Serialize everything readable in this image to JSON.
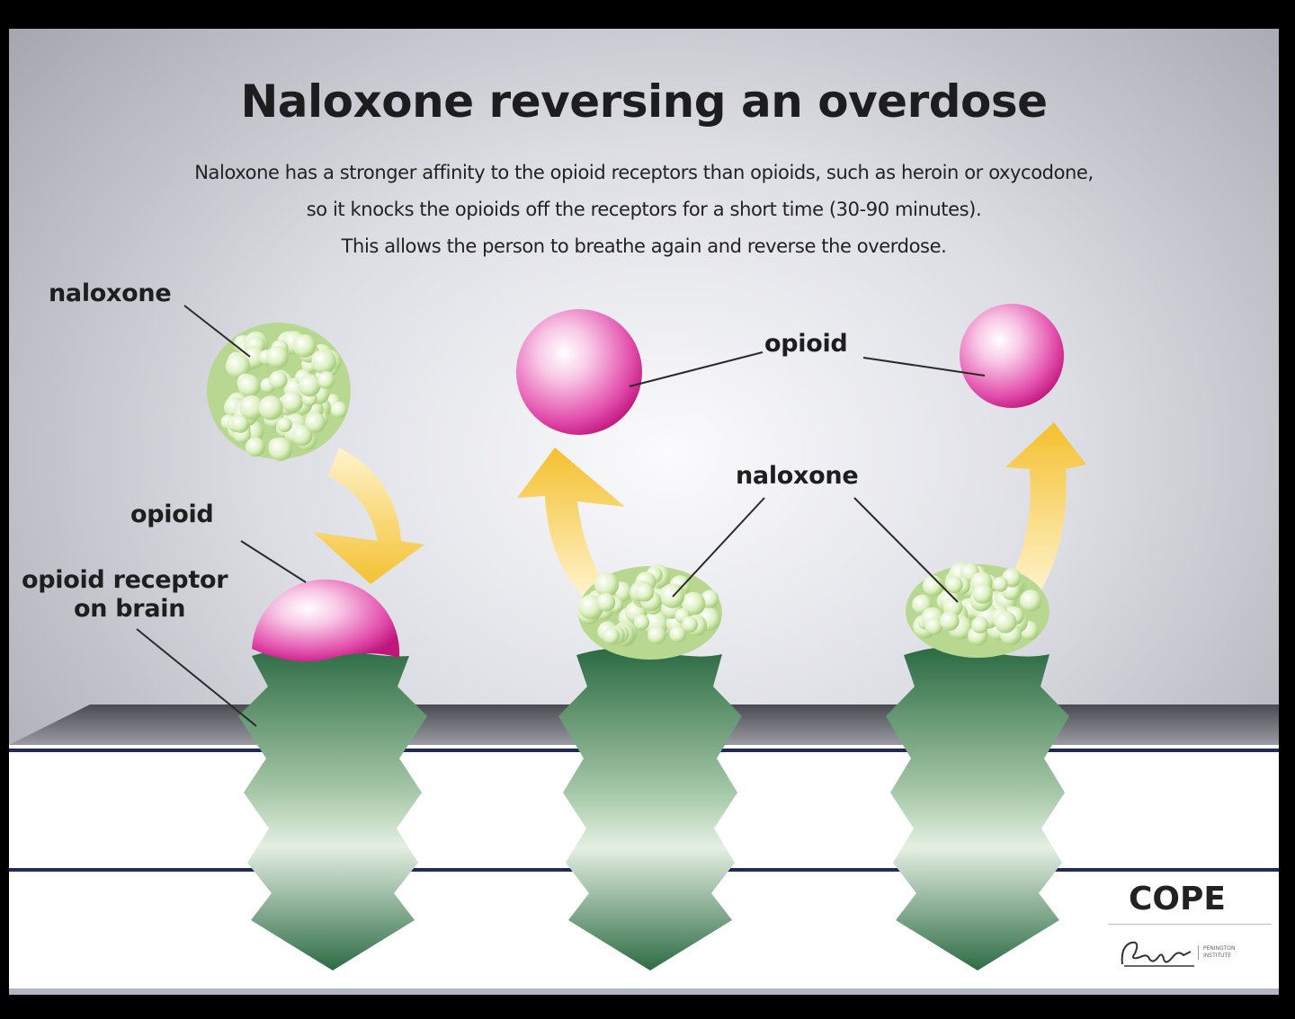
{
  "slide": {
    "title": "Naloxone reversing an overdose",
    "intro_lines": [
      "Naloxone has a stronger affinity to the opioid receptors than opioids, such as heroin or oxycodone,",
      "so it knocks the opioids off the receptors for a short time (30-90 minutes).",
      "This allows the person to breathe again and reverse the overdose."
    ]
  },
  "labels": {
    "naloxone_left": "naloxone",
    "opioid_left": "opioid",
    "receptor_line1": "opioid receptor",
    "receptor_line2": "on brain",
    "opioid_top": "opioid",
    "naloxone_middle": "naloxone"
  },
  "branding": {
    "logo": "COPE",
    "organization_lines": [
      "PENINGTON",
      "INSTITUTE"
    ],
    "signature": "Penington signature"
  },
  "colors": {
    "opioid": "#e04da8",
    "naloxone": "#cfe8a4",
    "receptor_top": "#2d6e46",
    "receptor_bottom": "#cfe3cf",
    "arrow": "#f5c43a",
    "membrane_line": "#1f2a55"
  }
}
